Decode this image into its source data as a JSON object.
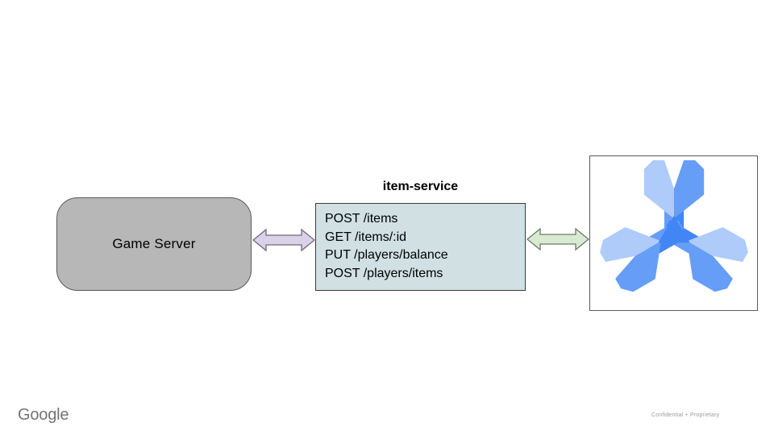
{
  "slide": {
    "background_color": "#ffffff",
    "footer": {
      "brand_wordmark": "Google",
      "classification": "Confidential + Proprietary"
    }
  },
  "diagram": {
    "game_server": {
      "label": "Game Server",
      "fill": "#b7b7b7",
      "border": "#595959"
    },
    "item_service": {
      "title": "item-service",
      "endpoints": [
        "POST /items",
        "GET /items/:id",
        "PUT /players/balance",
        "POST /players/items"
      ],
      "fill": "#d0e0e3",
      "border": "#3c3c3c"
    },
    "spanner_node": {
      "icon": "cloud-spanner-icon",
      "fill": "#ffffff",
      "border": "#595959",
      "icon_colors": {
        "light": "#aecbfa",
        "medium": "#669df6",
        "dark": "#4285f4"
      }
    },
    "connector_left": {
      "type": "double-arrow",
      "fill": "#d9d2e9",
      "stroke": "#6e6878"
    },
    "connector_right": {
      "type": "double-arrow",
      "fill": "#d9ead3",
      "stroke": "#6c7a66"
    }
  }
}
